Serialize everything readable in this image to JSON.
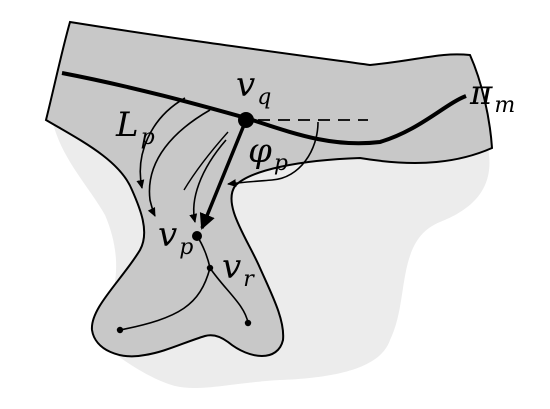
{
  "labels": {
    "v_q": {
      "base": "v",
      "sub": "q"
    },
    "pi_m": {
      "base": "π",
      "sub": "m"
    },
    "L_p": {
      "base": "L",
      "sub": "p"
    },
    "phi_p": {
      "base": "φ",
      "sub": "p"
    },
    "v_p": {
      "base": "v",
      "sub": "p"
    },
    "v_r": {
      "base": "v",
      "sub": "r"
    }
  },
  "colors": {
    "outer_region": "#ececec",
    "band": "#c8c8c8",
    "stroke": "#000000",
    "background": "#ffffff"
  }
}
